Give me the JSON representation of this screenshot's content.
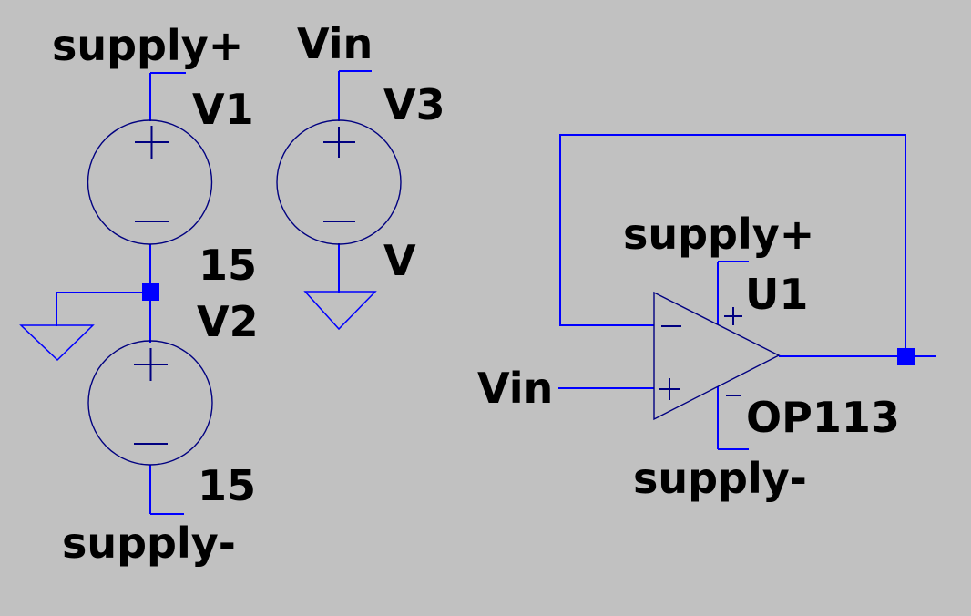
{
  "colors": {
    "background": "#c1c1c1",
    "wire": "#0000ff",
    "symbol": "#000080",
    "junction": "#0000ff",
    "text": "#000000"
  },
  "labels": {
    "supply_plus_left": "supply+",
    "v1_name": "V1",
    "v1_value": "15",
    "v2_name": "V2",
    "v2_value": "15",
    "supply_minus_left": "supply-",
    "vin_source": "Vin",
    "v3_name": "V3",
    "v3_value": "V",
    "opamp_supply_plus": "supply+",
    "u1_name": "U1",
    "vin_input": "Vin",
    "u1_part": "OP113",
    "opamp_supply_minus": "supply-"
  },
  "components": {
    "v1": {
      "name": "V1",
      "value": "15",
      "type": "voltage-source",
      "net": "supply+"
    },
    "v2": {
      "name": "V2",
      "value": "15",
      "type": "voltage-source",
      "net": "supply-"
    },
    "v3": {
      "name": "V3",
      "value": "V",
      "type": "voltage-source",
      "net": "Vin"
    },
    "u1": {
      "name": "U1",
      "value": "OP113",
      "type": "opamp"
    }
  }
}
